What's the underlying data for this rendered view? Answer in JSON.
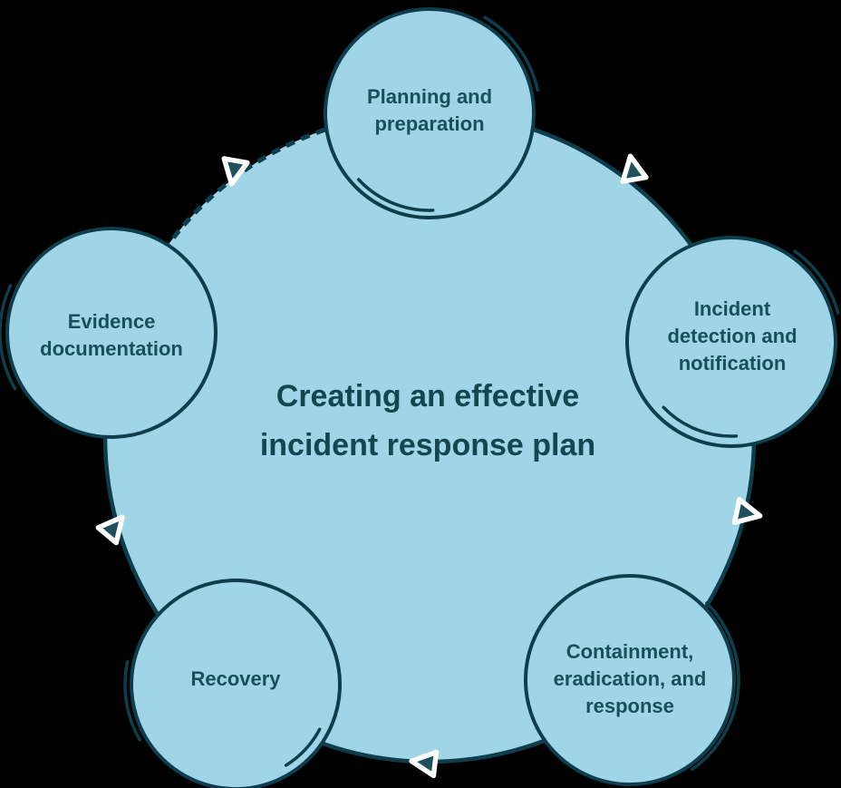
{
  "title": {
    "lines": [
      "Creating an effective",
      "incident response plan"
    ]
  },
  "steps": [
    {
      "name": "planning-and-preparation",
      "lines": [
        "Planning and",
        "preparation"
      ]
    },
    {
      "name": "incident-detection-and-notification",
      "lines": [
        "Incident",
        "detection and",
        "notification"
      ]
    },
    {
      "name": "containment-eradication-response",
      "lines": [
        "Containment,",
        "eradication, and",
        "response"
      ]
    },
    {
      "name": "recovery",
      "lines": [
        "Recovery"
      ]
    },
    {
      "name": "evidence-documentation",
      "lines": [
        "Evidence",
        "documentation"
      ]
    }
  ],
  "flow": {
    "direction": "clockwise",
    "arrow_icon": "rounded-triangle-arrow",
    "arrow_positions": [
      "top-left",
      "top-right",
      "right",
      "bottom",
      "left"
    ],
    "dashed_segment": "between evidence-documentation and planning-and-preparation"
  },
  "colors": {
    "background": "#000000",
    "circle_fill": "#A0D5E8",
    "line": "#0E3D4B",
    "text": "#17505B",
    "title_text": "#15454F",
    "arrow_fill": "#1D4F5C",
    "arrow_outline": "#FFFFFF"
  }
}
